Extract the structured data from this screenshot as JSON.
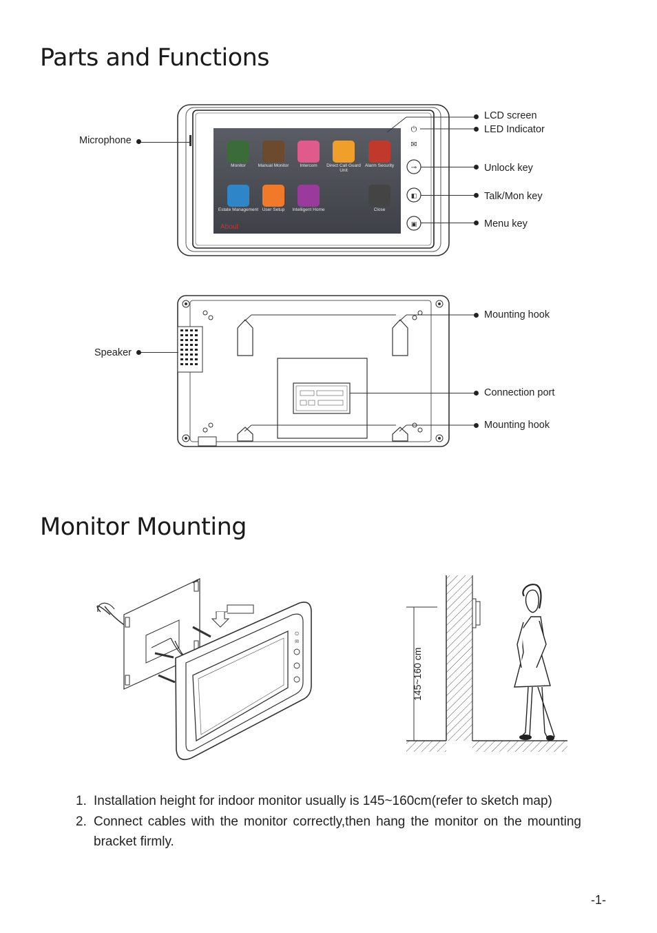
{
  "sections": {
    "parts_title": "Parts and Functions",
    "mounting_title": "Monitor Mounting"
  },
  "front_callouts": {
    "microphone": "Microphone",
    "lcd_screen": "LCD screen",
    "led_indicator": "LED Indicator",
    "unlock_key": "Unlock key",
    "talk_mon_key": "Talk/Mon key",
    "menu_key": "Menu key"
  },
  "back_callouts": {
    "speaker": "Speaker",
    "mounting_hook_top": "Mounting hook",
    "connection_port": "Connection port",
    "mounting_hook_bottom": "Mounting hook"
  },
  "screen_menu": {
    "items": [
      {
        "label": "Monitor",
        "color": "#3c6b3a"
      },
      {
        "label": "Manual Monitor",
        "color": "#6b4a2e"
      },
      {
        "label": "Intercom",
        "color": "#e05a8c"
      },
      {
        "label": "Direct Call Guard Unit",
        "color": "#f0a02a"
      },
      {
        "label": "Alarm Security",
        "color": "#c0392b"
      },
      {
        "label": "Estate Management",
        "color": "#2e86c9"
      },
      {
        "label": "User Setup",
        "color": "#f07a2a"
      },
      {
        "label": "Intelligent Home",
        "color": "#9a3a9c"
      },
      {
        "label": "Close",
        "color": "#444444"
      }
    ],
    "about": "About"
  },
  "sketch": {
    "height_label": "145~160 cm"
  },
  "instructions": [
    {
      "num": "1.",
      "text": "Installation height for indoor monitor usually is 145~160cm(refer to sketch map)"
    },
    {
      "num": "2.",
      "text": "Connect cables with the monitor correctly,then hang the monitor on the mounting bracket firmly."
    }
  ],
  "page_number": "-1-"
}
